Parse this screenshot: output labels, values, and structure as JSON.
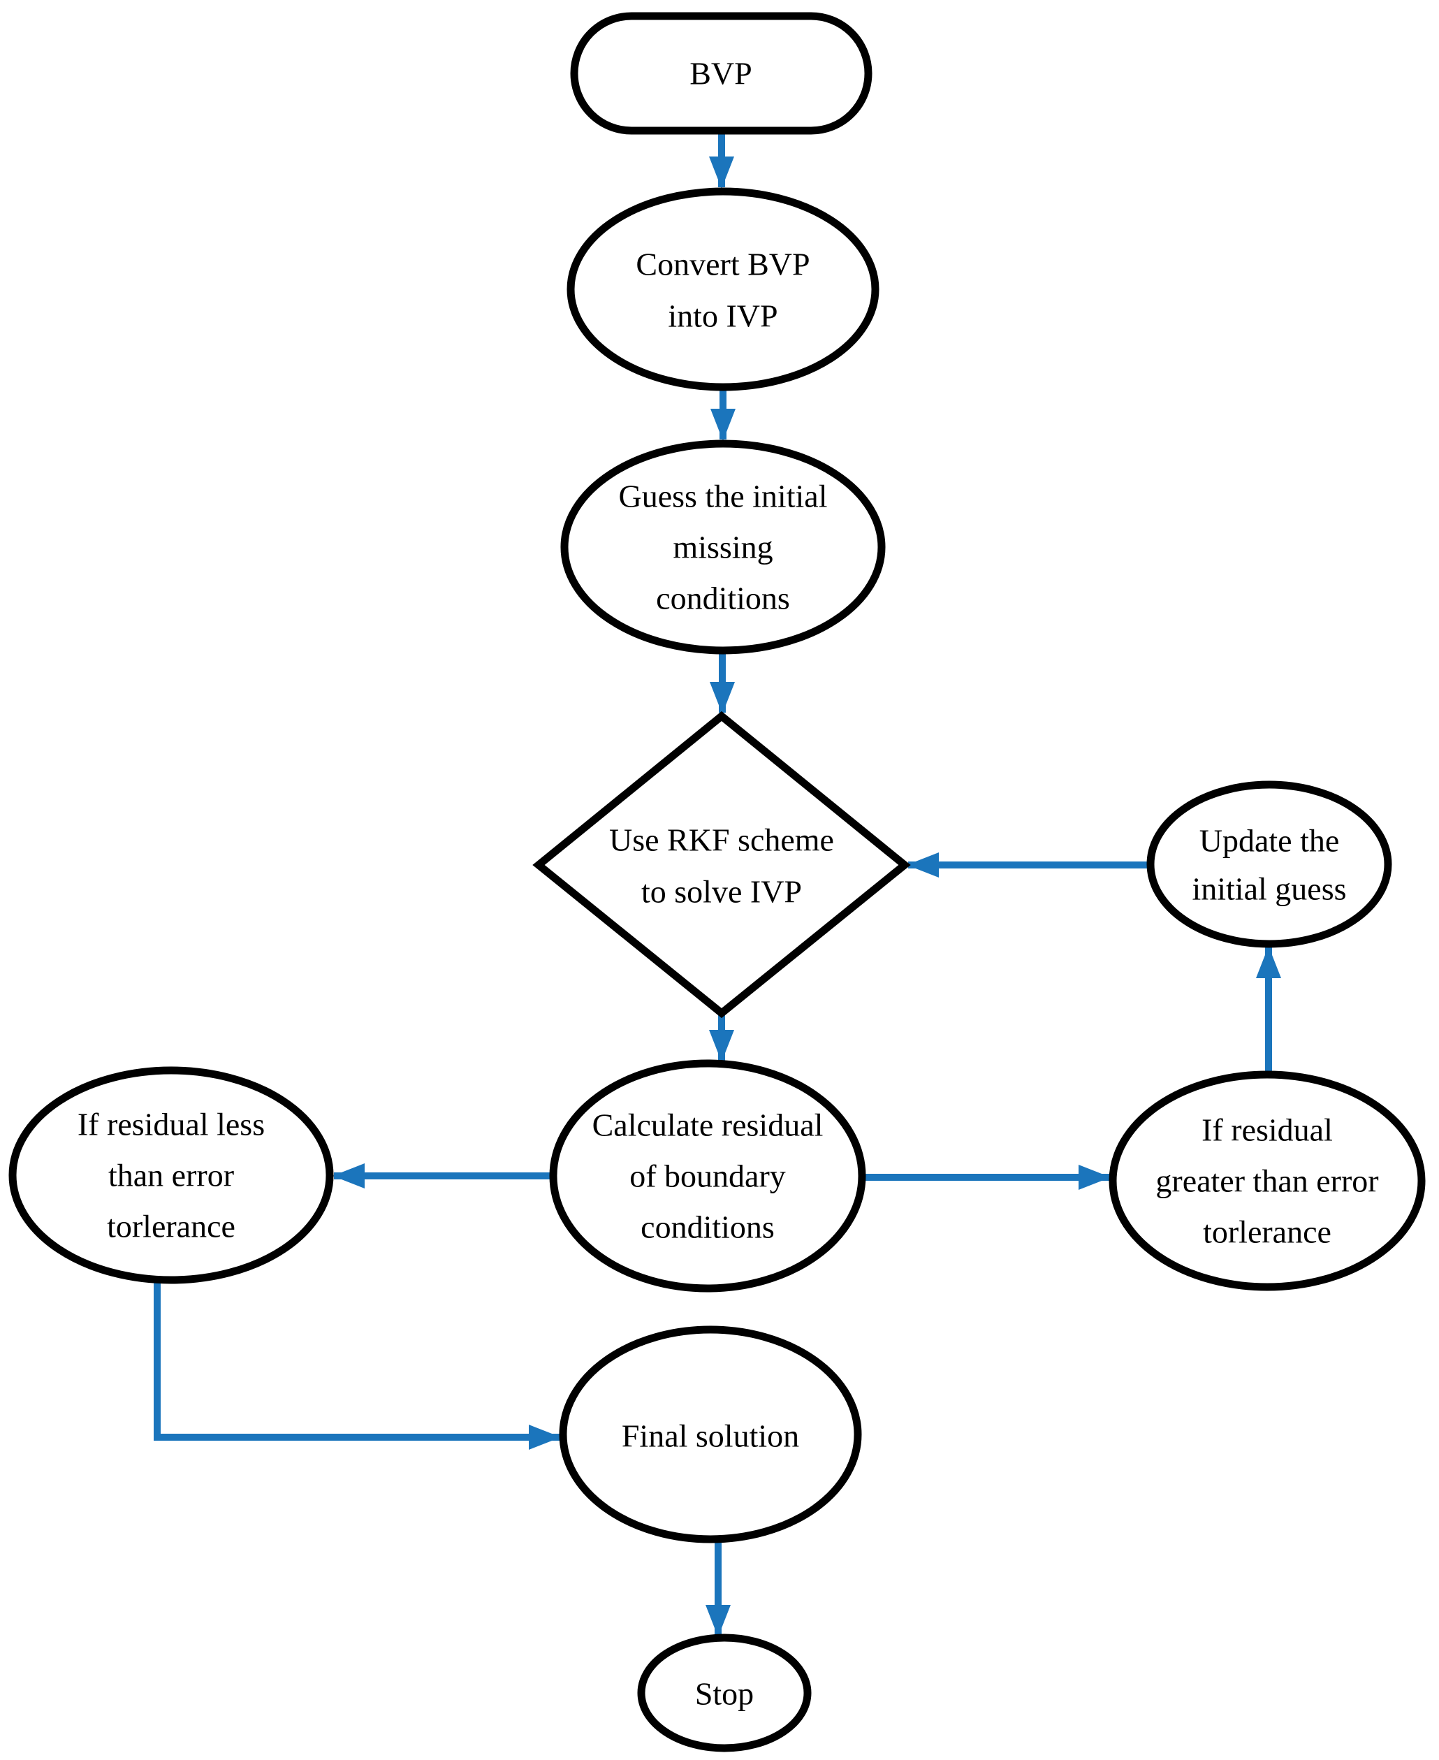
{
  "theme": {
    "arrow_color": "#1b75bc",
    "shape_stroke": "#000000",
    "shape_fill": "#ffffff",
    "text_color": "#000000"
  },
  "nodes": {
    "bvp": {
      "shape": "stadium",
      "lines": [
        "BVP"
      ]
    },
    "convert": {
      "shape": "ellipse",
      "lines": [
        "Convert BVP",
        "into IVP"
      ]
    },
    "guess": {
      "shape": "ellipse",
      "lines": [
        "Guess the initial",
        "missing",
        "conditions"
      ]
    },
    "rkf": {
      "shape": "diamond",
      "lines": [
        "Use RKF scheme",
        "to solve IVP"
      ]
    },
    "residual": {
      "shape": "ellipse",
      "lines": [
        "Calculate residual",
        "of boundary",
        "conditions"
      ]
    },
    "less": {
      "shape": "ellipse",
      "lines": [
        "If residual less",
        "than error",
        "torlerance"
      ]
    },
    "greater": {
      "shape": "ellipse",
      "lines": [
        "If residual",
        "greater than error",
        "torlerance"
      ]
    },
    "update": {
      "shape": "ellipse",
      "lines": [
        "Update the",
        "initial guess"
      ]
    },
    "final": {
      "shape": "ellipse",
      "lines": [
        "Final solution"
      ]
    },
    "stop": {
      "shape": "ellipse",
      "lines": [
        "Stop"
      ]
    }
  },
  "edges": [
    {
      "from": "bvp",
      "to": "convert"
    },
    {
      "from": "convert",
      "to": "guess"
    },
    {
      "from": "guess",
      "to": "rkf"
    },
    {
      "from": "rkf",
      "to": "residual"
    },
    {
      "from": "residual",
      "to": "less"
    },
    {
      "from": "residual",
      "to": "greater"
    },
    {
      "from": "greater",
      "to": "update"
    },
    {
      "from": "update",
      "to": "rkf"
    },
    {
      "from": "less",
      "to": "final"
    },
    {
      "from": "final",
      "to": "stop"
    }
  ]
}
